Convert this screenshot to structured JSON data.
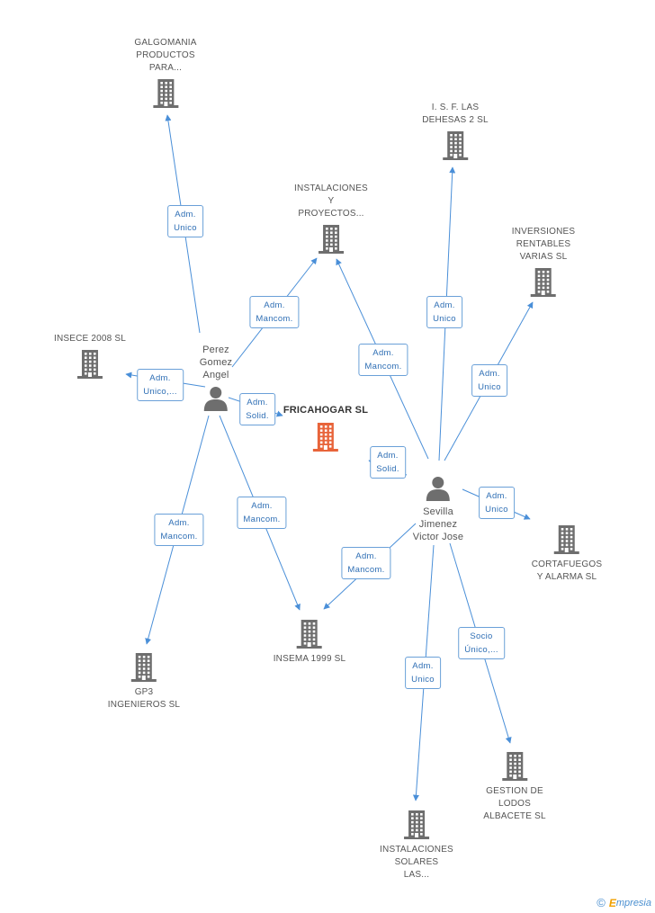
{
  "nodes": [
    {
      "id": "galgomania",
      "kind": "company",
      "label": "GALGOMANIA\nPRODUCTOS\nPARA...",
      "label_pos": "above"
    },
    {
      "id": "isf",
      "kind": "company",
      "label": "I.  S. F. LAS\nDEHESAS 2 SL",
      "label_pos": "above"
    },
    {
      "id": "instalaciones_proy",
      "kind": "company",
      "label": "INSTALACIONES\nY\nPROYECTOS...",
      "label_pos": "above"
    },
    {
      "id": "inversiones",
      "kind": "company",
      "label": "INVERSIONES\nRENTABLES\nVARIAS SL",
      "label_pos": "above"
    },
    {
      "id": "insece",
      "kind": "company",
      "label": "INSECE 2008 SL",
      "label_pos": "above"
    },
    {
      "id": "perez",
      "kind": "person",
      "label": "Perez\nGomez\nAngel",
      "label_pos": "above"
    },
    {
      "id": "fricahogar",
      "kind": "focal",
      "label": "FRICAHOGAR SL",
      "label_pos": "above"
    },
    {
      "id": "sevilla",
      "kind": "person",
      "label": "Sevilla\nJimenez\nVictor Jose",
      "label_pos": "below"
    },
    {
      "id": "cortafuegos",
      "kind": "company",
      "label": "CORTAFUEGOS\nY ALARMA SL",
      "label_pos": "below"
    },
    {
      "id": "insema",
      "kind": "company",
      "label": "INSEMA 1999 SL",
      "label_pos": "below"
    },
    {
      "id": "gp3",
      "kind": "company",
      "label": "GP3\nINGENIEROS  SL",
      "label_pos": "below"
    },
    {
      "id": "gestion",
      "kind": "company",
      "label": "GESTION DE\nLODOS\nALBACETE SL",
      "label_pos": "below"
    },
    {
      "id": "instalaciones_sol",
      "kind": "company",
      "label": "INSTALACIONES\nSOLARES\nLAS...",
      "label_pos": "below"
    }
  ],
  "edges": [
    {
      "from": "perez",
      "to": "galgomania",
      "label": "Adm.\nUnico"
    },
    {
      "from": "perez",
      "to": "instalaciones_proy",
      "label": "Adm.\nMancom."
    },
    {
      "from": "perez",
      "to": "insece",
      "label": "Adm.\nUnico,..."
    },
    {
      "from": "perez",
      "to": "fricahogar",
      "label": "Adm.\nSolid."
    },
    {
      "from": "perez",
      "to": "gp3",
      "label": "Adm.\nMancom."
    },
    {
      "from": "perez",
      "to": "insema",
      "label": "Adm.\nMancom."
    },
    {
      "from": "sevilla",
      "to": "isf",
      "label": "Adm.\nUnico"
    },
    {
      "from": "sevilla",
      "to": "instalaciones_proy",
      "label": "Adm.\nMancom."
    },
    {
      "from": "sevilla",
      "to": "inversiones",
      "label": "Adm.\nUnico"
    },
    {
      "from": "sevilla",
      "to": "fricahogar",
      "label": "Adm.\nSolid."
    },
    {
      "from": "sevilla",
      "to": "cortafuegos",
      "label": "Adm.\nUnico"
    },
    {
      "from": "sevilla",
      "to": "insema",
      "label": "Adm.\nMancom."
    },
    {
      "from": "sevilla",
      "to": "gestion",
      "label": "Socio\nÚnico,..."
    },
    {
      "from": "sevilla",
      "to": "instalaciones_sol",
      "label": "Adm.\nUnico"
    }
  ],
  "colors": {
    "company_icon": "#6e6e6e",
    "focal_icon": "#e8643a",
    "person_icon": "#6e6e6e",
    "edge": "#4a8fd8",
    "edge_label_text": "#2f6fb5"
  },
  "brand": {
    "copyright": "©",
    "name": "mpresia",
    "initial": "E"
  }
}
